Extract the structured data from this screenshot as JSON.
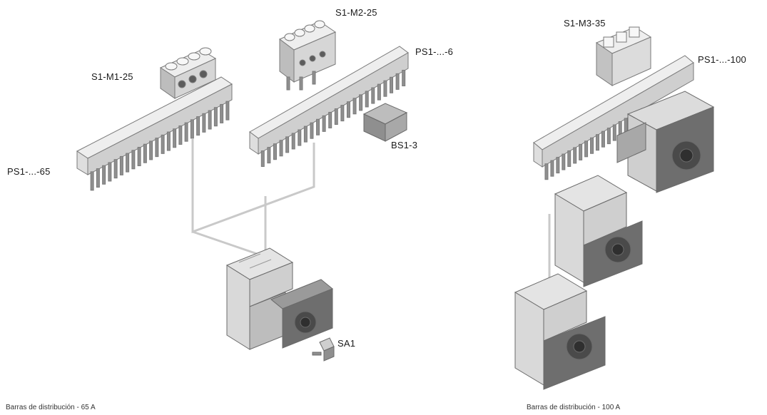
{
  "labels": {
    "s1_m1_25": "S1-M1-25",
    "s1_m2_25": "S1-M2-25",
    "s1_m3_35": "S1-M3-35",
    "ps1_65_left": "PS1-...-65",
    "ps1_65_right": "PS1-...-6",
    "ps1_100": "PS1-...-100",
    "bs1_3": "BS1-3",
    "sa1": "SA1"
  },
  "captions": {
    "left": "Barras de distribución - 65 A",
    "right": "Barras de distribución - 100 A"
  },
  "colors": {
    "line": "#7a7a7a",
    "part_light": "#eeeeee",
    "part_mid": "#cfcfcf",
    "part_dark": "#8f8f8f",
    "part_darker": "#5c5c5c",
    "connector_line": "#c9c9c9"
  }
}
